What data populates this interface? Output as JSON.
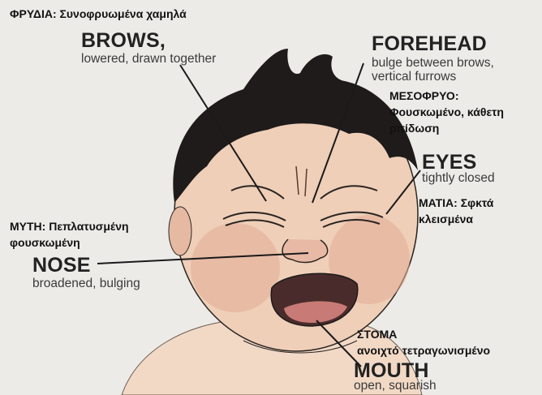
{
  "greek": {
    "brows": "ΦΡΥΔΙΑ: Συνοφρυωμένα χαμηλά",
    "forehead_title": "ΜΕΣΟΦΡΥΟ:",
    "forehead_line1": "Φουσκωμένο, κάθετη",
    "forehead_line2": "ρπίδωση",
    "eyes_line1": "ΜΑΤΙΑ: Σφκτά",
    "eyes_line2": "κλεισμένα",
    "nose_line1": "ΜΥΤΗ: Πεπλατυσμένη",
    "nose_line2": "φουσκωμένη",
    "mouth_line1": "ΣΤΟΜΑ",
    "mouth_line2": "ανοιχτό τετραγωνισμένο"
  },
  "labels": {
    "brows_title": "BROWS,",
    "brows_desc": "lowered, drawn together",
    "forehead_title": "FOREHEAD",
    "forehead_desc1": "bulge between brows,",
    "forehead_desc2": "vertical furrows",
    "eyes_title": "EYES",
    "eyes_desc": "tightly closed",
    "nose_title": "NOSE",
    "nose_desc": "broadened, bulging",
    "mouth_title": "MOUTH",
    "mouth_desc": "open, squarish"
  },
  "colors": {
    "skin": "#efcfb8",
    "skin_shadow": "#d9a48e",
    "hair": "#1e1b1a",
    "line": "#1a1a1a",
    "mouth": "#4a2b2b",
    "background": "#ecebe7"
  }
}
